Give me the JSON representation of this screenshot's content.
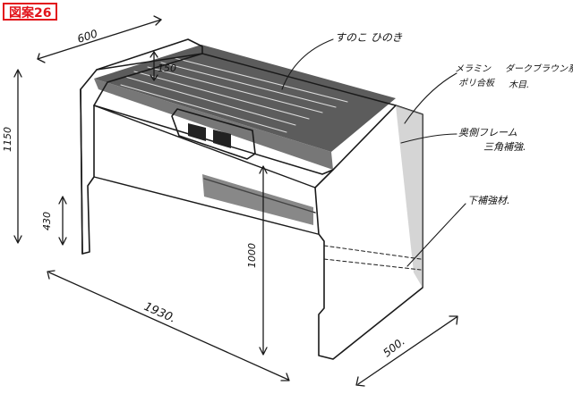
{
  "figure_label": "図案26",
  "dimensions": {
    "width": "600",
    "top_rise": "150",
    "total_height": "1150",
    "toe_height": "430",
    "inner_height": "1000",
    "length": "1930.",
    "depth": "500."
  },
  "annotations": {
    "slats": "すのこ ひのき",
    "melamine_line1": "メラミン",
    "melamine_line2": "ダークブラウン系",
    "melamine_line3": "ポリ合板",
    "melamine_line4": "木目.",
    "back_frame_line1": "奥側フレーム",
    "back_frame_line2": "三角補強.",
    "lower_brace": "下補強材."
  },
  "colors": {
    "label_red": "#e2141b",
    "ink": "#1a1a1a",
    "shade": "#9a9a9a"
  }
}
